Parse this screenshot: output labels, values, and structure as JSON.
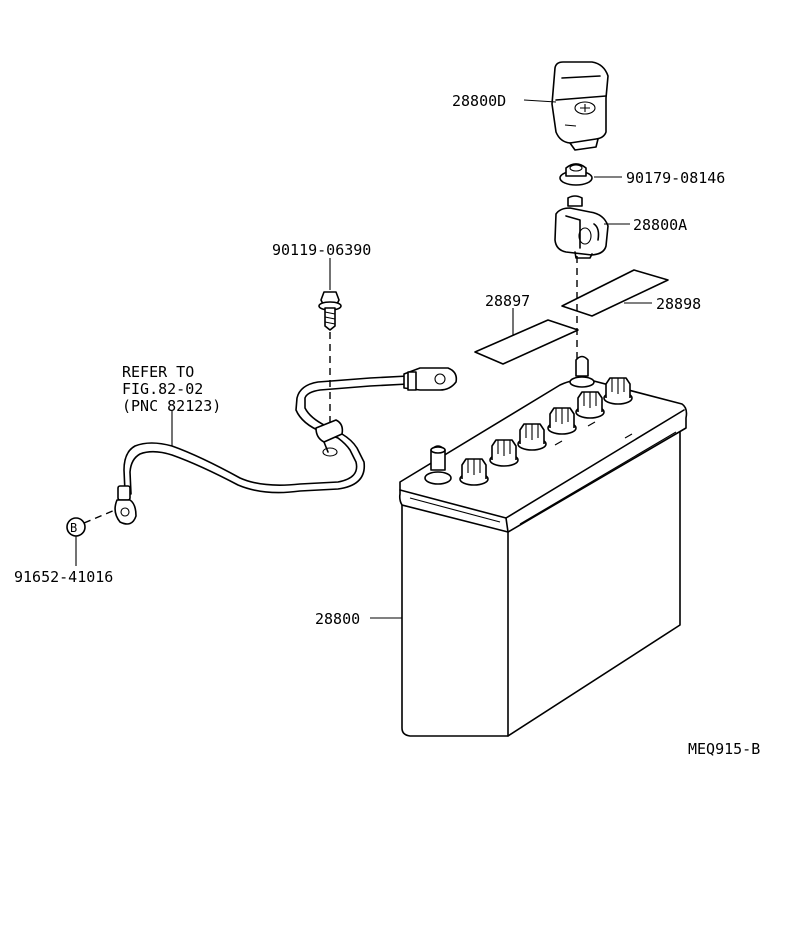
{
  "diagram": {
    "figure_code": "MEQ915-B",
    "reference_note": {
      "line1": "REFER TO",
      "line2": "FIG.82-02",
      "line3": "(PNC 82123)"
    },
    "bolt_marker_letter": "B",
    "part_labels": {
      "cover": "28800D",
      "nut": "90179-08146",
      "terminal_clamp": "28800A",
      "label_left": "28897",
      "label_right": "28898",
      "bolt": "90119-06390",
      "ground_bolt": "91652-41016",
      "battery": "28800"
    }
  }
}
